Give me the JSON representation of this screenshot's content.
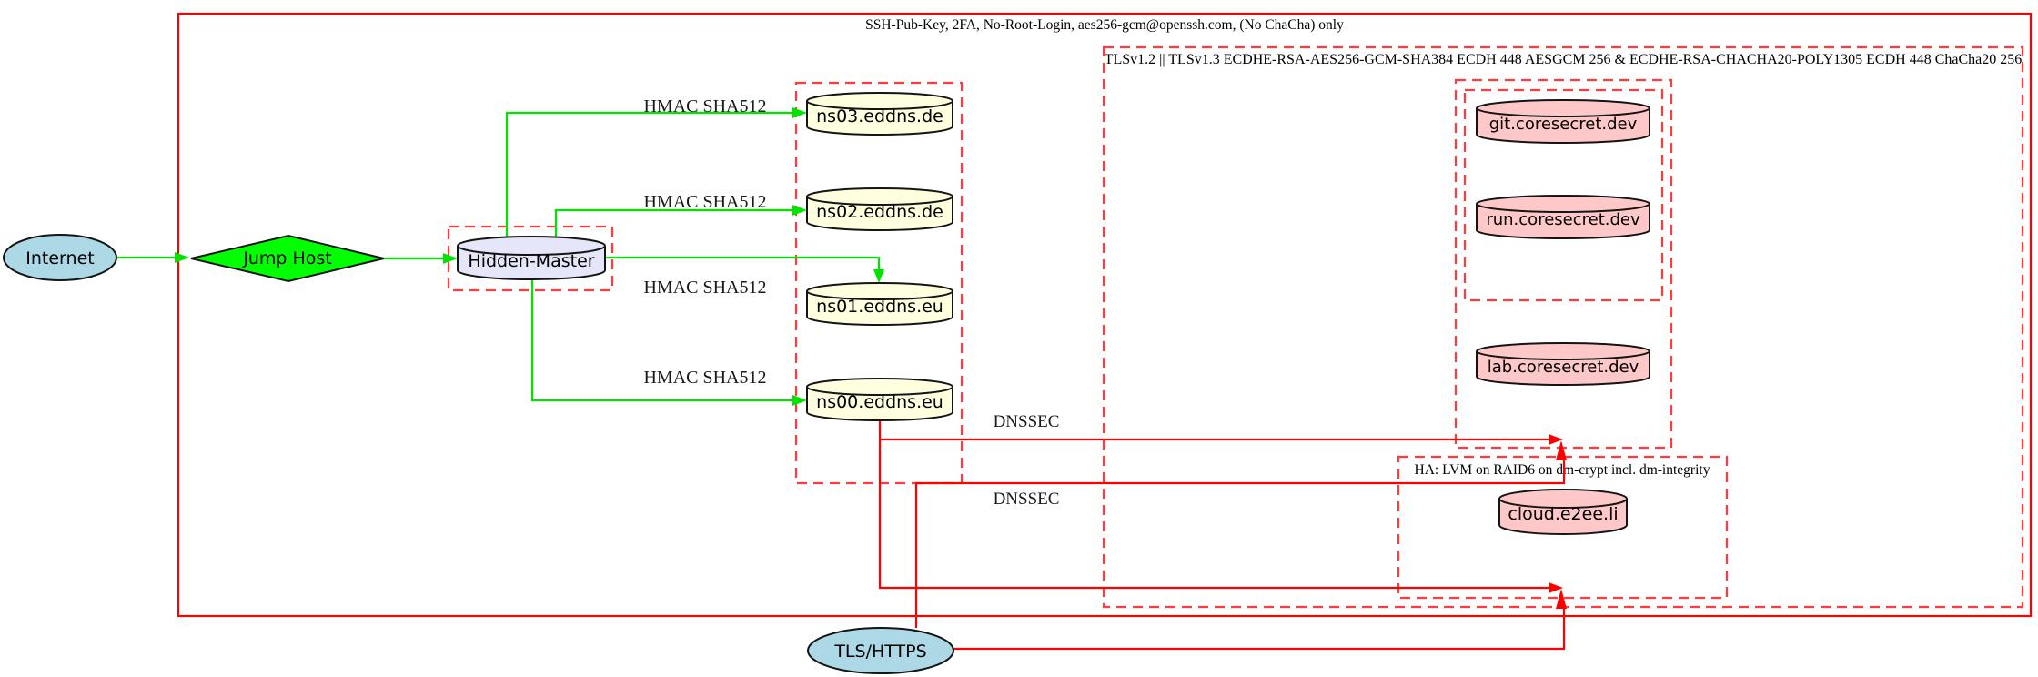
{
  "clusters": {
    "ssh": {
      "label": "SSH-Pub-Key, 2FA, No-Root-Login, aes256-gcm@openssh.com, (No ChaCha) only"
    },
    "tls": {
      "label": "TLSv1.2 || TLSv1.3 ECDHE-RSA-AES256-GCM-SHA384 ECDH 448 AESGCM 256 & ECDHE-RSA-CHACHA20-POLY1305 ECDH 448 ChaCha20 256"
    },
    "ha": {
      "label": "HA: LVM on RAID6 on dm-crypt incl. dm-integrity"
    }
  },
  "nodes": {
    "internet": {
      "label": "Internet"
    },
    "jump_host": {
      "label": "Jump Host"
    },
    "hidden_master": {
      "label": "Hidden-Master"
    },
    "ns03": {
      "label": "ns03.eddns.de"
    },
    "ns02": {
      "label": "ns02.eddns.de"
    },
    "ns01": {
      "label": "ns01.eddns.eu"
    },
    "ns00": {
      "label": "ns00.eddns.eu"
    },
    "git": {
      "label": "git.coresecret.dev"
    },
    "run": {
      "label": "run.coresecret.dev"
    },
    "lab": {
      "label": "lab.coresecret.dev"
    },
    "cloud": {
      "label": "cloud.e2ee.li"
    },
    "tls_https": {
      "label": "TLS/HTTPS"
    }
  },
  "edge_labels": {
    "hmac": "HMAC SHA512",
    "dnssec": "DNSSEC"
  },
  "colors": {
    "cluster_solid": "#ff0000",
    "cluster_dashed": "#ff3b3b",
    "edge_green": "#00e400",
    "edge_red": "#ff0000",
    "fill_internet": "#add8e6",
    "fill_jump": "#00ff00",
    "fill_master": "#e6e6fa",
    "fill_ns": "#ffffe0",
    "fill_service": "#ffc8c8",
    "fill_tls": "#add8e6"
  }
}
